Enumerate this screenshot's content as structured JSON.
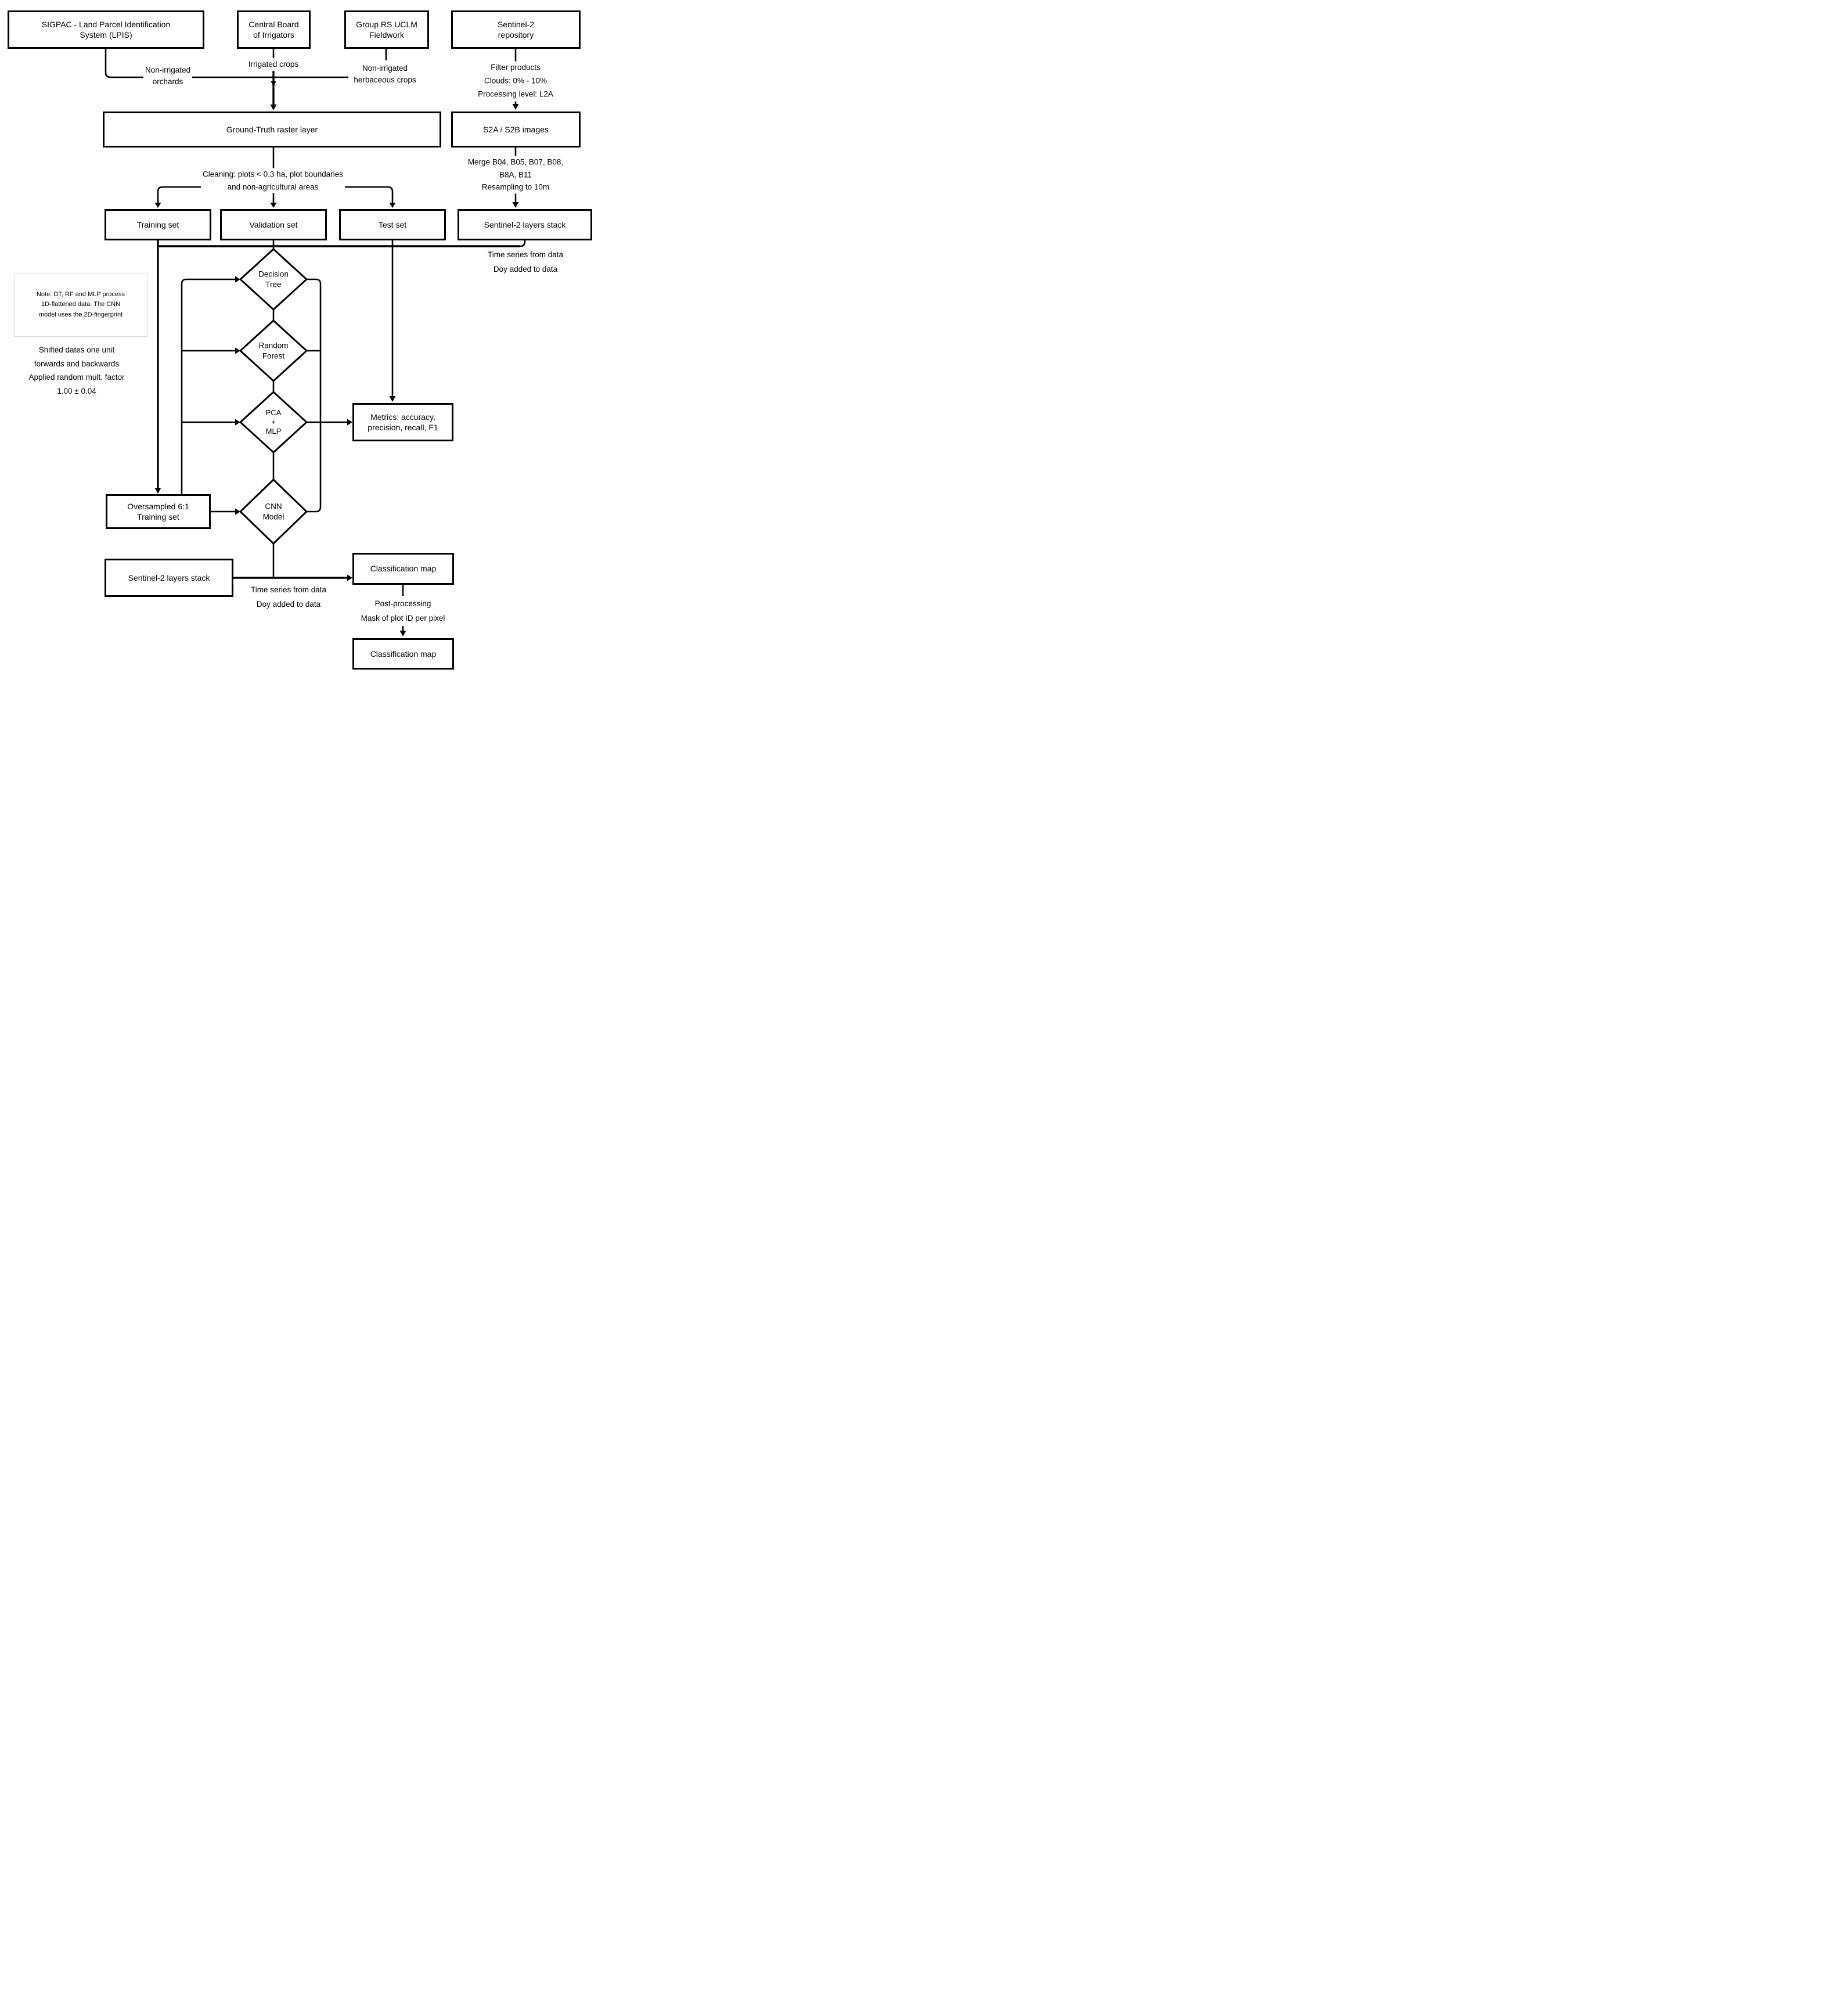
{
  "canvas": {
    "background_color": "#ffffff",
    "line_color": "#000000",
    "note_border_color": "#d9d9d9"
  },
  "nodes": {
    "sigpac": {
      "label": "SIGPAC - Land Parcel Identification\nSystem (LPIS)"
    },
    "central_board": {
      "label": "Central Board\nof Irrigators"
    },
    "group_rs": {
      "label": "Group RS UCLM\nFieldwork"
    },
    "repository": {
      "label": "Sentinel-2\nrepository"
    },
    "ground_truth": {
      "label": "Ground-Truth raster layer"
    },
    "s2ab_images": {
      "label": "S2A / S2B images"
    },
    "training_set": {
      "label": "Training set"
    },
    "validation_set": {
      "label": "Validation set"
    },
    "test_set": {
      "label": "Test set"
    },
    "s2_stack_top": {
      "label": "Sentinel-2 layers stack"
    },
    "decision_tree": {
      "label": "Decision\nTree"
    },
    "random_forest": {
      "label": "Random\nForest"
    },
    "pca_mlp": {
      "label": "PCA\n+\nMLP"
    },
    "cnn_model": {
      "label": "CNN\nModel"
    },
    "oversampled": {
      "label": "Oversampled 6:1\nTraining set"
    },
    "metrics": {
      "label": "Metrics: accuracy,\nprecision, recall, F1"
    },
    "s2_stack_bottom": {
      "label": "Sentinel-2 layers stack"
    },
    "classification_map_1": {
      "label": "Classification map"
    },
    "classification_map_2": {
      "label": "Classification map"
    }
  },
  "edge_labels": {
    "non_irrigated_orchards": {
      "text": "Non-irrigated\norchards"
    },
    "irrigated_crops": {
      "text": "Irrigated crops"
    },
    "non_irrigated_herbaceous": {
      "text": "Non-irrigated\nherbaceous crops"
    },
    "filter_products": {
      "text": "Filter products\nClouds: 0% - 10%\nProcessing level: L2A"
    },
    "cleaning": {
      "text": "Cleaning: plots < 0.3 ha, plot boundaries\nand non-agricultural areas"
    },
    "merge_bands": {
      "text": "Merge B04, B05, B07, B08, B8A, B11\nResampling to 10m"
    },
    "time_series_top": {
      "text": "Time series from data\nDoy added to data"
    },
    "shifted_dates": {
      "text": "Shifted dates one unit\nforwards and backwards\nApplied random mult. factor\n1.00 ± 0.04"
    },
    "time_series_bottom": {
      "text": "Time series from data\nDoy added to data"
    },
    "post_processing": {
      "text": "Post-processing\nMask of plot ID per pixel"
    }
  },
  "note": {
    "text": "Note: DT, RF and MLP process\n1D-flattened data. The CNN\nmodel uses the 2D-fingerprint"
  }
}
